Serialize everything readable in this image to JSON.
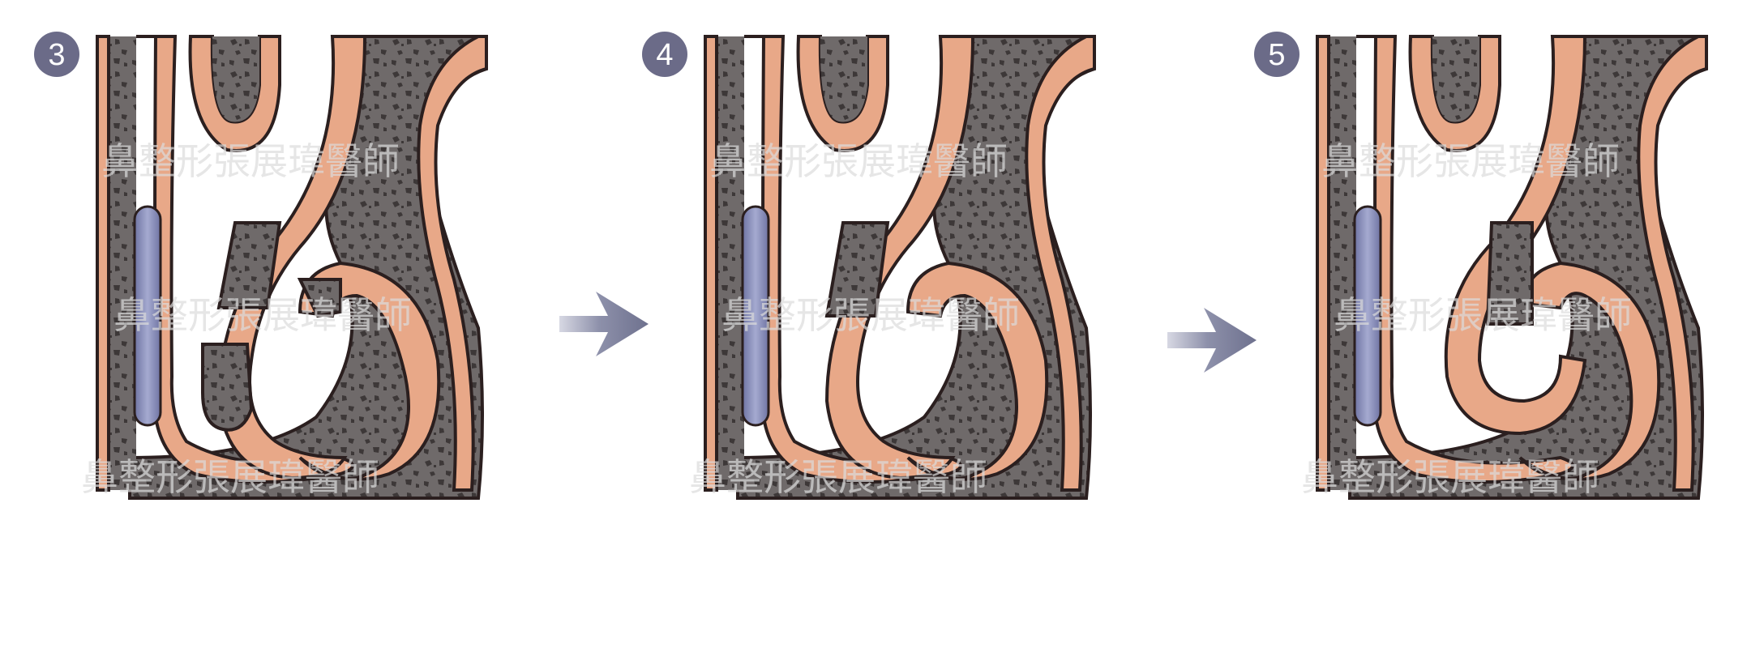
{
  "steps": [
    {
      "number": "3",
      "watermarks": [
        "鼻整形張展瑋醫師",
        "鼻整形張展瑋醫師",
        "鼻整形張展瑋醫師"
      ]
    },
    {
      "number": "4",
      "watermarks": [
        "鼻整形張展瑋醫師",
        "鼻整形張展瑋醫師",
        "鼻整形張展瑋醫師"
      ]
    },
    {
      "number": "5",
      "watermarks": [
        "鼻整形張展瑋醫師",
        "鼻整形張展瑋醫師",
        "鼻整形張展瑋醫師"
      ]
    }
  ],
  "arrows": [
    "arrow-right-icon",
    "arrow-right-icon"
  ],
  "colors": {
    "badge": "#6b6b88",
    "mucosa": "#e8a888",
    "mucosa_edge": "#c97754",
    "bone": "#6f6a6a",
    "bone_spots": "#4a4545",
    "vessel": "#8a8fb8",
    "outline": "#2b1f1f",
    "arrow": "#777a95",
    "watermark": "#d9d9d9"
  }
}
